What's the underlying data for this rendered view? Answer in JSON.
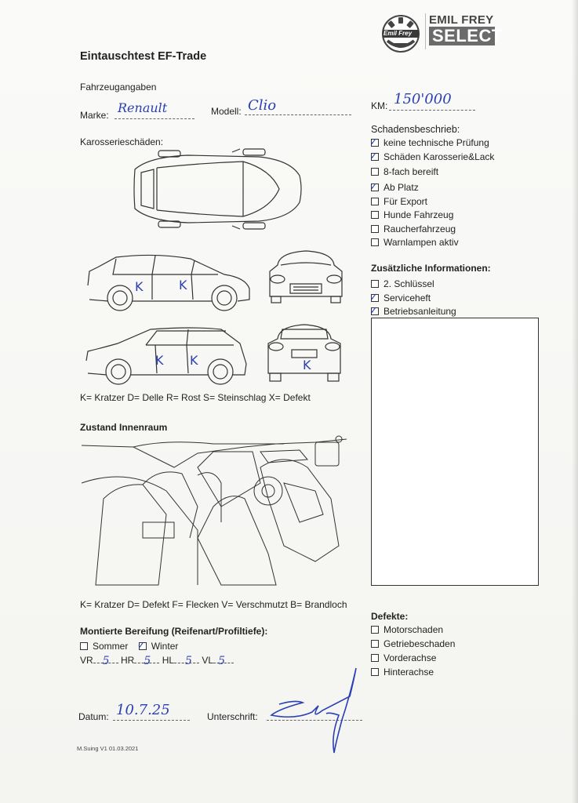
{
  "form": {
    "title": "Eintauschtest EF-Trade",
    "vehicle_heading": "Fahrzeugangaben",
    "brand_label": "Marke:",
    "brand_value": "Renault",
    "model_label": "Modell:",
    "model_value": "Clio",
    "km_label": "KM:",
    "km_value": "150'000",
    "body_damage_heading": "Karosserieschäden:",
    "body_legend": "K= Kratzer D= Delle R= Rost S= Steinschlag X= Defekt",
    "interior_heading": "Zustand Innenraum",
    "interior_legend": "K= Kratzer D= Defekt F= Flecken V= Verschmutzt B= Brandloch",
    "tires_heading": "Montierte Bereifung (Reifenart/Profiltiefe):",
    "tire_summer": "Sommer",
    "tire_winter": "Winter",
    "tire_vr": "VR",
    "tire_hr": "HR",
    "tire_hl": "HL",
    "tire_vl": "VL",
    "tire_vr_val": "5",
    "tire_hr_val": "5",
    "tire_hl_val": "5",
    "tire_vl_val": "5",
    "date_label": "Datum:",
    "date_value": "10.7.25",
    "signature_label": "Unterschrift:",
    "footer": "M.Suing V1 01.03.2021"
  },
  "logo": {
    "name_line1": "EMIL FREY",
    "name_line2": "SELECT",
    "badge_text": "Emil Frey"
  },
  "damage_marks": [
    "K",
    "K",
    "K",
    "K",
    "K"
  ],
  "damage_report": {
    "heading": "Schadensbeschrieb:",
    "items": [
      {
        "label": "keine technische Prüfung",
        "checked": true
      },
      {
        "label": "Schäden Karosserie&Lack",
        "checked": true
      },
      {
        "label": "8-fach bereift",
        "checked": false
      },
      {
        "label": "Ab Platz",
        "checked": true
      },
      {
        "label": "Für Export",
        "checked": false
      },
      {
        "label": "Hunde Fahrzeug",
        "checked": false
      },
      {
        "label": "Raucherfahrzeug",
        "checked": false
      },
      {
        "label": "Warnlampen aktiv",
        "checked": false
      }
    ]
  },
  "additional_info": {
    "heading": "Zusätzliche Informationen:",
    "items": [
      {
        "label": "2. Schlüssel",
        "checked": false
      },
      {
        "label": "Serviceheft",
        "checked": true
      },
      {
        "label": "Betriebsanleitung",
        "checked": true
      }
    ]
  },
  "defects": {
    "heading": "Defekte:",
    "items": [
      {
        "label": "Motorschaden",
        "checked": false
      },
      {
        "label": "Getriebeschaden",
        "checked": false
      },
      {
        "label": "Vorderachse",
        "checked": false
      },
      {
        "label": "Hinterachse",
        "checked": false
      }
    ]
  },
  "colors": {
    "ink_blue": "#2a3fb4",
    "logo_grey": "#555555"
  },
  "checkmark_glyph": "✓"
}
